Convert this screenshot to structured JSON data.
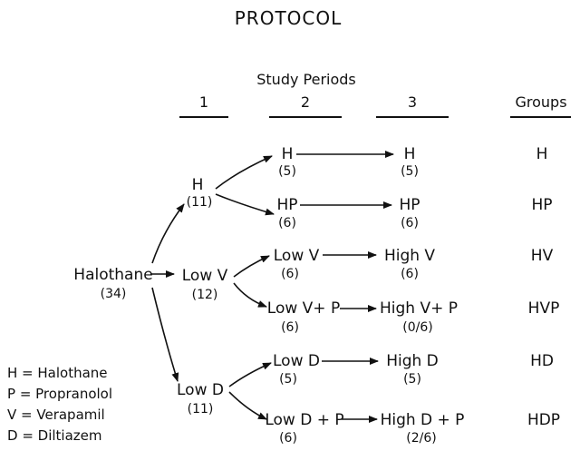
{
  "title": "PROTOCOL",
  "header": {
    "study_periods": "Study Periods",
    "periods": [
      "1",
      "2",
      "3"
    ],
    "groups": "Groups"
  },
  "root": {
    "label": "Halothane",
    "count": "(34)"
  },
  "period1": [
    {
      "label": "H",
      "count": "(11)"
    },
    {
      "label": "Low V",
      "count": "(12)"
    },
    {
      "label": "Low D",
      "count": "(11)"
    }
  ],
  "period2": [
    {
      "label": "H",
      "count": "(5)"
    },
    {
      "label": "HP",
      "count": "(6)"
    },
    {
      "label": "Low V",
      "count": "(6)"
    },
    {
      "label": "Low V+ P",
      "count": "(6)"
    },
    {
      "label": "Low D",
      "count": "(5)"
    },
    {
      "label": "Low D + P",
      "count": "(6)"
    }
  ],
  "period3": [
    {
      "label": "H",
      "count": "(5)"
    },
    {
      "label": "HP",
      "count": "(6)"
    },
    {
      "label": "High V",
      "count": "(6)"
    },
    {
      "label": "High V+ P",
      "count": "(0/6)"
    },
    {
      "label": "High D",
      "count": "(5)"
    },
    {
      "label": "High D + P",
      "count": "(2/6)"
    }
  ],
  "groups": [
    "H",
    "HP",
    "HV",
    "HVP",
    "HD",
    "HDP"
  ],
  "legend": [
    "H = Halothane",
    "P = Propranolol",
    "V = Verapamil",
    "D = Diltiazem"
  ]
}
